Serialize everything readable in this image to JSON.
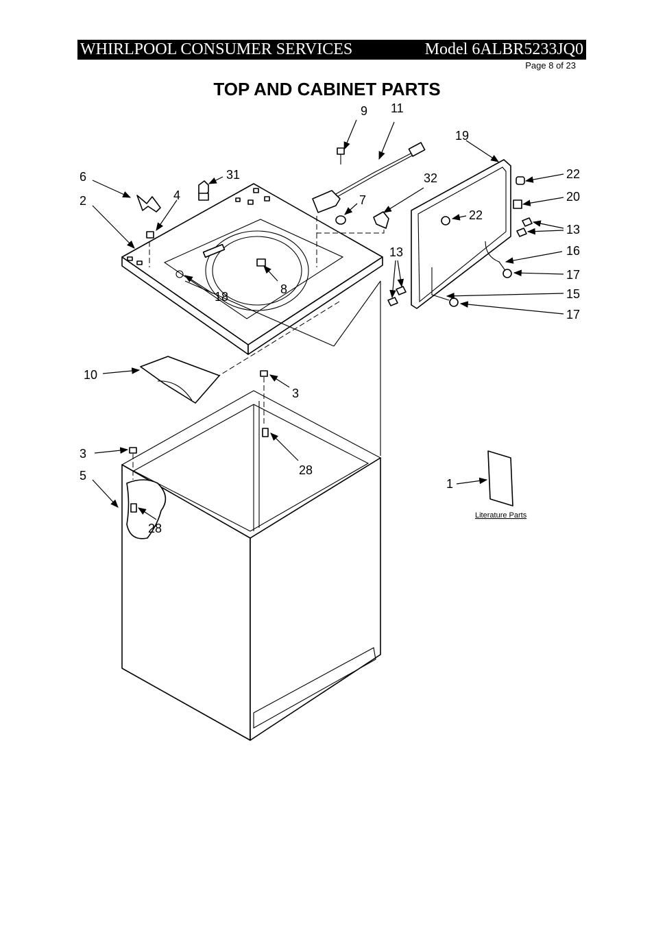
{
  "header": {
    "company": "WHIRLPOOL CONSUMER SERVICES",
    "model": "Model 6ALBR5233JQ0",
    "page": "Page 8 of 23"
  },
  "title": "TOP AND CABINET PARTS",
  "callouts": {
    "c1": "1",
    "c2": "2",
    "c3a": "3",
    "c3b": "3",
    "c4": "4",
    "c5": "5",
    "c6": "6",
    "c7": "7",
    "c8": "8",
    "c9": "9",
    "c10": "10",
    "c11": "11",
    "c13a": "13",
    "c13b": "13",
    "c15": "15",
    "c16": "16",
    "c17a": "17",
    "c17b": "17",
    "c18": "18",
    "c19": "19",
    "c20": "20",
    "c22a": "22",
    "c22b": "22",
    "c28a": "28",
    "c28b": "28",
    "c31": "31",
    "c32": "32"
  },
  "literature_label": "Literature Parts"
}
